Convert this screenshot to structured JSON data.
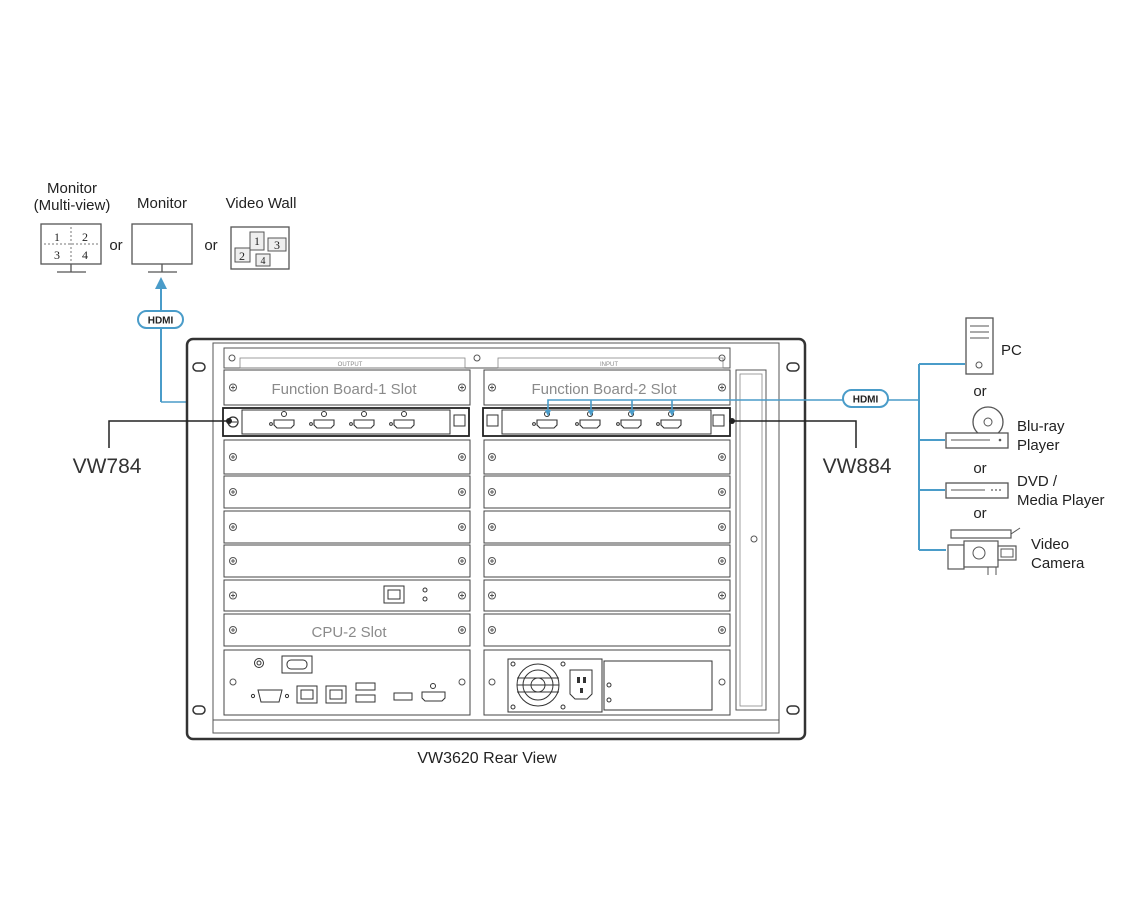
{
  "diagram": {
    "caption": "VW3620 Rear View",
    "outputs": {
      "monitor_multiview": "Monitor\n(Multi-view)",
      "monitor": "Monitor",
      "video_wall": "Video Wall",
      "or": "or",
      "multiview_digits": [
        "1",
        "2",
        "3",
        "4"
      ],
      "wall_digits": [
        "1",
        "2",
        "3",
        "4"
      ],
      "cable_label": "HDMI"
    },
    "chassis": {
      "output_label": "OUTPUT",
      "input_label": "INPUT",
      "slot_left_label": "Function Board-1 Slot",
      "slot_right_label": "Function Board-2 Slot",
      "cpu_slot_label": "CPU-2 Slot"
    },
    "boards": {
      "left": "VW784",
      "right": "VW884"
    },
    "sources": {
      "pc": "PC",
      "bluray": "Blu-ray\nPlayer",
      "dvd": "DVD /\nMedia Player",
      "camera": "Video\nCamera",
      "or": "or",
      "cable_label": "HDMI"
    },
    "colors": {
      "cable": "#4a9cc9",
      "outline": "#333333",
      "slot_text": "#8a8a8a"
    }
  }
}
